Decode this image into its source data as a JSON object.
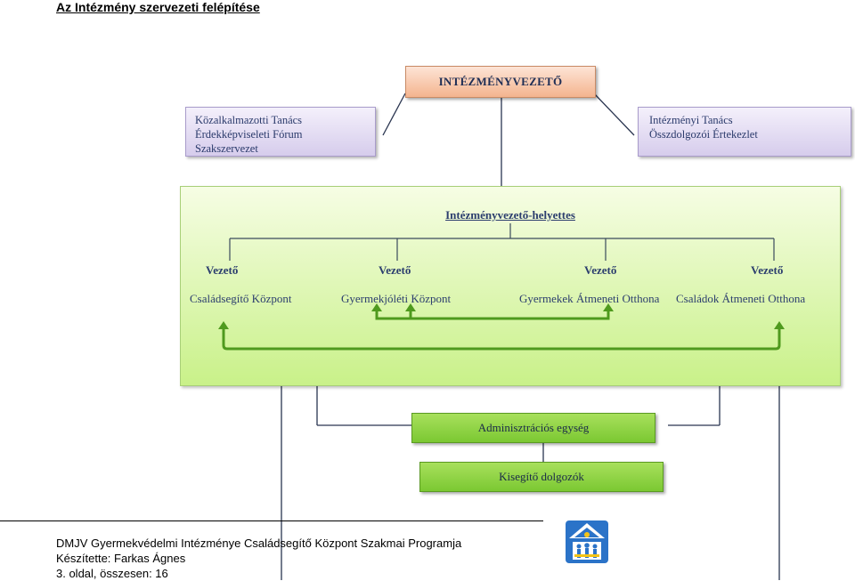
{
  "heading": "Az Intézmény szervezeti felépítése",
  "director": "INTÉZMÉNYVEZETŐ",
  "left_box": {
    "lines": [
      "Közalkalmazotti Tanács",
      "Érdekképviseleti Fórum",
      "Szakszervezet"
    ]
  },
  "right_box": {
    "lines": [
      "Intézményi Tanács",
      "Összdolgozói Értekezlet"
    ]
  },
  "deputy": "Intézményvezető-helyettes",
  "units": [
    {
      "leader": "Vezető",
      "name": "Családsegítő Központ"
    },
    {
      "leader": "Vezető",
      "name": "Gyermekjóléti Központ"
    },
    {
      "leader": "Vezető",
      "name": "Gyermekek Átmeneti Otthona"
    },
    {
      "leader": "Vezető",
      "name": "Családok Átmeneti Otthona"
    }
  ],
  "admin": "Adminisztrációs egység",
  "auxiliary": "Kisegítő dolgozók",
  "footer": {
    "line1": "DMJV Gyermekvédelmi Intézménye Családsegítő Központ Szakmai Programja",
    "line2": "Készítette: Farkas Ágnes",
    "line3": "3. oldal, összesen: 16"
  },
  "colors": {
    "director_fill": "#f4b48e",
    "side_fill": "#d6ccec",
    "panel_fill": "#c9f189",
    "button_fill": "#7bc832",
    "connector": "#1f2a44"
  }
}
